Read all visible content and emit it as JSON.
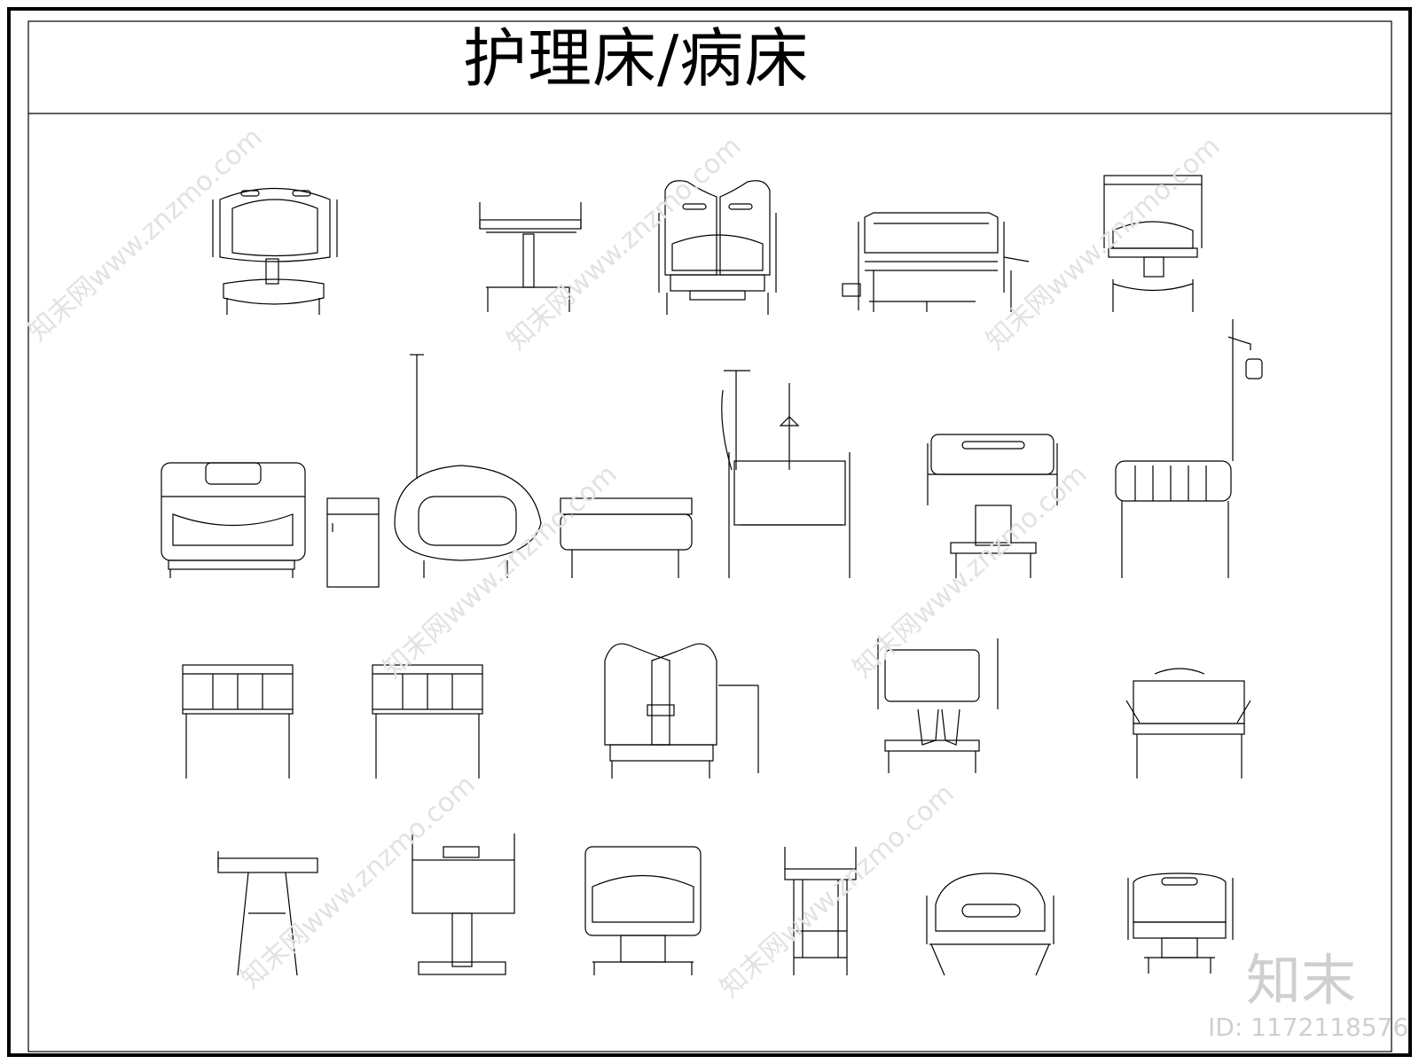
{
  "sheet": {
    "title": "护理床/病床",
    "logo": "知末",
    "id_label": "ID: 1172118576",
    "watermark": "知末网www.znzmo.com"
  },
  "beds": [
    {
      "name": "bed-r1-1"
    },
    {
      "name": "bed-r1-2"
    },
    {
      "name": "bed-r1-3"
    },
    {
      "name": "bed-r1-4"
    },
    {
      "name": "bed-r1-5"
    },
    {
      "name": "bed-r2-1"
    },
    {
      "name": "bedside-cabinet"
    },
    {
      "name": "bed-r2-2"
    },
    {
      "name": "bed-r2-3"
    },
    {
      "name": "bed-r2-4"
    },
    {
      "name": "bed-r2-5"
    },
    {
      "name": "bed-r2-6"
    },
    {
      "name": "bed-r3-1"
    },
    {
      "name": "bed-r3-2"
    },
    {
      "name": "bed-r3-3"
    },
    {
      "name": "bed-r3-4"
    },
    {
      "name": "bed-r3-5"
    },
    {
      "name": "bed-r4-1"
    },
    {
      "name": "bed-r4-2"
    },
    {
      "name": "bed-r4-3"
    },
    {
      "name": "bed-r4-4"
    },
    {
      "name": "bed-r4-5"
    },
    {
      "name": "bed-r4-6"
    }
  ]
}
